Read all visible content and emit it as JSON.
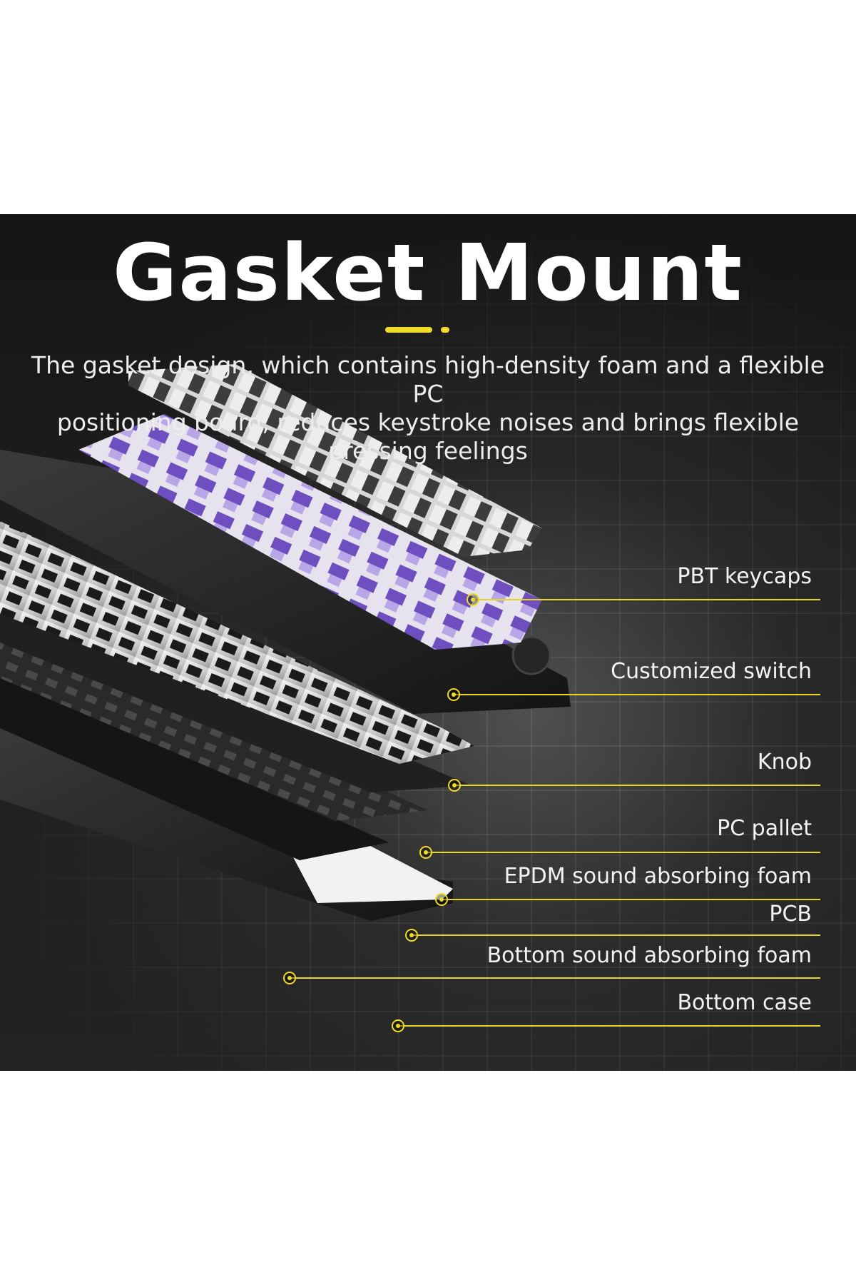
{
  "banner": {
    "title": "Gasket Mount",
    "description_lines": [
      "The gasket design, which contains high-density foam and a flexible PC",
      "positioning board, reduces keystroke noises and brings flexible",
      "pressing feelings"
    ],
    "accent_color": "#f2dc2a"
  },
  "layers": [
    {
      "label": "PBT keycaps"
    },
    {
      "label": "Customized switch"
    },
    {
      "label": "Knob"
    },
    {
      "label": "PC pallet"
    },
    {
      "label": "EPDM sound absorbing foam"
    },
    {
      "label": "PCB"
    },
    {
      "label": "Bottom sound absorbing foam"
    },
    {
      "label": "Bottom case"
    }
  ],
  "colors": {
    "background": "#1c1c1c",
    "leader_line": "#e9d624",
    "switch_purple": "#7b5cc6",
    "keycap_grey": "#cfcfcf",
    "keycap_dark": "#3a3a3a"
  }
}
